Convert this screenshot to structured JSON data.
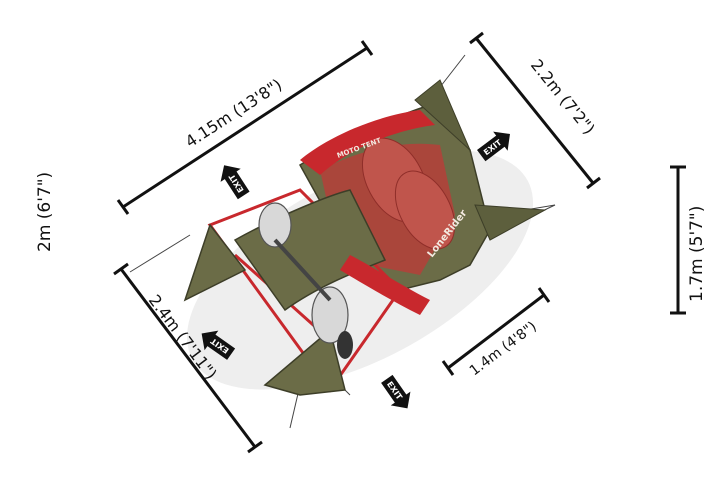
{
  "dimensions": {
    "length": "4.15m (13'8\")",
    "width_rear": "2.2m (7'2\")",
    "height": "2m (6'7\")",
    "width_front": "2.4m (7'11\")",
    "vestibule_width": "1.4m (4'8\")",
    "inner_height": "1.7m (5'7\")"
  },
  "exits": [
    "EXIT",
    "EXIT",
    "EXIT",
    "EXIT"
  ],
  "brand": {
    "logo_text": "LoneRider",
    "name_text": "MOTO TENT"
  },
  "colors": {
    "tent_olive": "#6b6c47",
    "tent_olive_dark": "#55573a",
    "tent_red": "#c8282d",
    "floor_red": "#b5403a",
    "ink": "#111111"
  }
}
